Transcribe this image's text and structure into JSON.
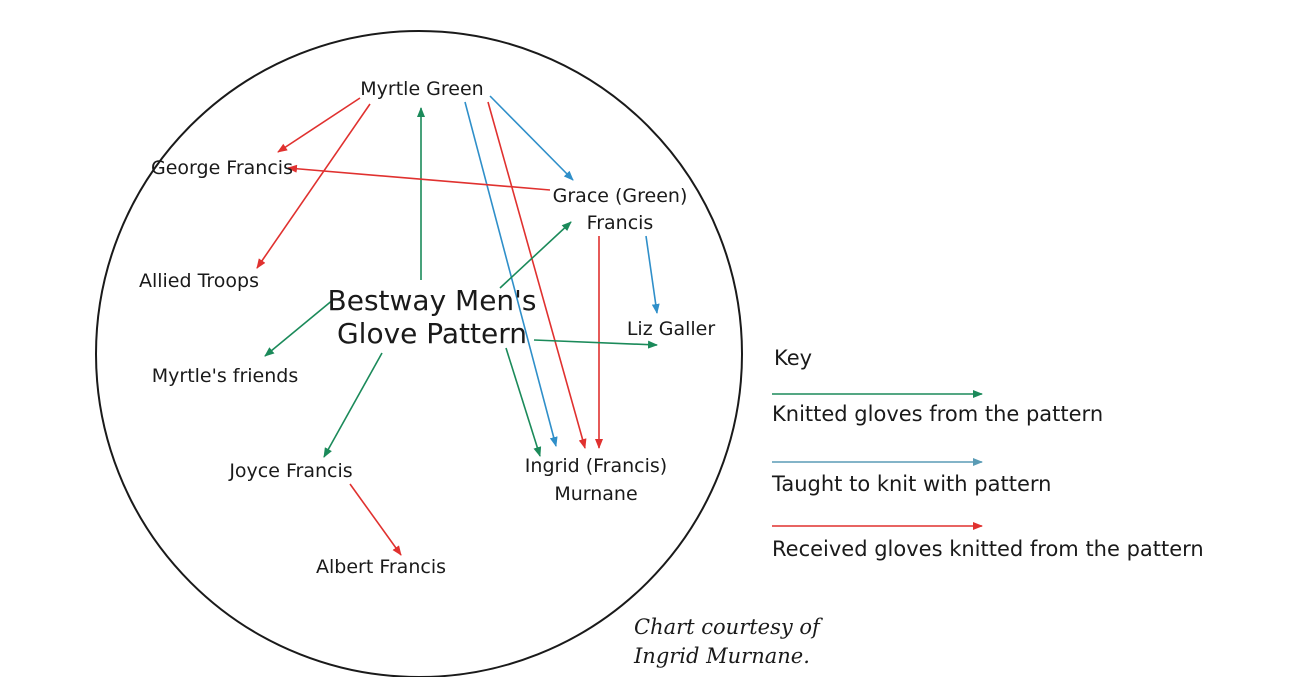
{
  "colors": {
    "knitted": "#1b8a5a",
    "taught": "#2f8fc9",
    "received": "#e0312f",
    "key_taught_line": "#5a9bb5",
    "text": "#1a1a1a"
  },
  "center": {
    "line1": "Bestway Men's",
    "line2": "Glove Pattern"
  },
  "nodes": {
    "myrtle_green": "Myrtle Green",
    "george_francis": "George Francis",
    "grace_line1": "Grace (Green)",
    "grace_line2": "Francis",
    "allied_troops": "Allied Troops",
    "liz_galler": "Liz Galler",
    "myrtles_friends": "Myrtle's friends",
    "joyce_francis": "Joyce Francis",
    "ingrid_line1": "Ingrid (Francis)",
    "ingrid_line2": "Murnane",
    "albert_francis": "Albert Francis"
  },
  "key": {
    "title": "Key",
    "knitted": "Knitted gloves from the pattern",
    "taught": "Taught to knit with pattern",
    "received": "Received gloves knitted from the pattern"
  },
  "credit": {
    "line1": "Chart courtesy of",
    "line2": "Ingrid Murnane."
  }
}
